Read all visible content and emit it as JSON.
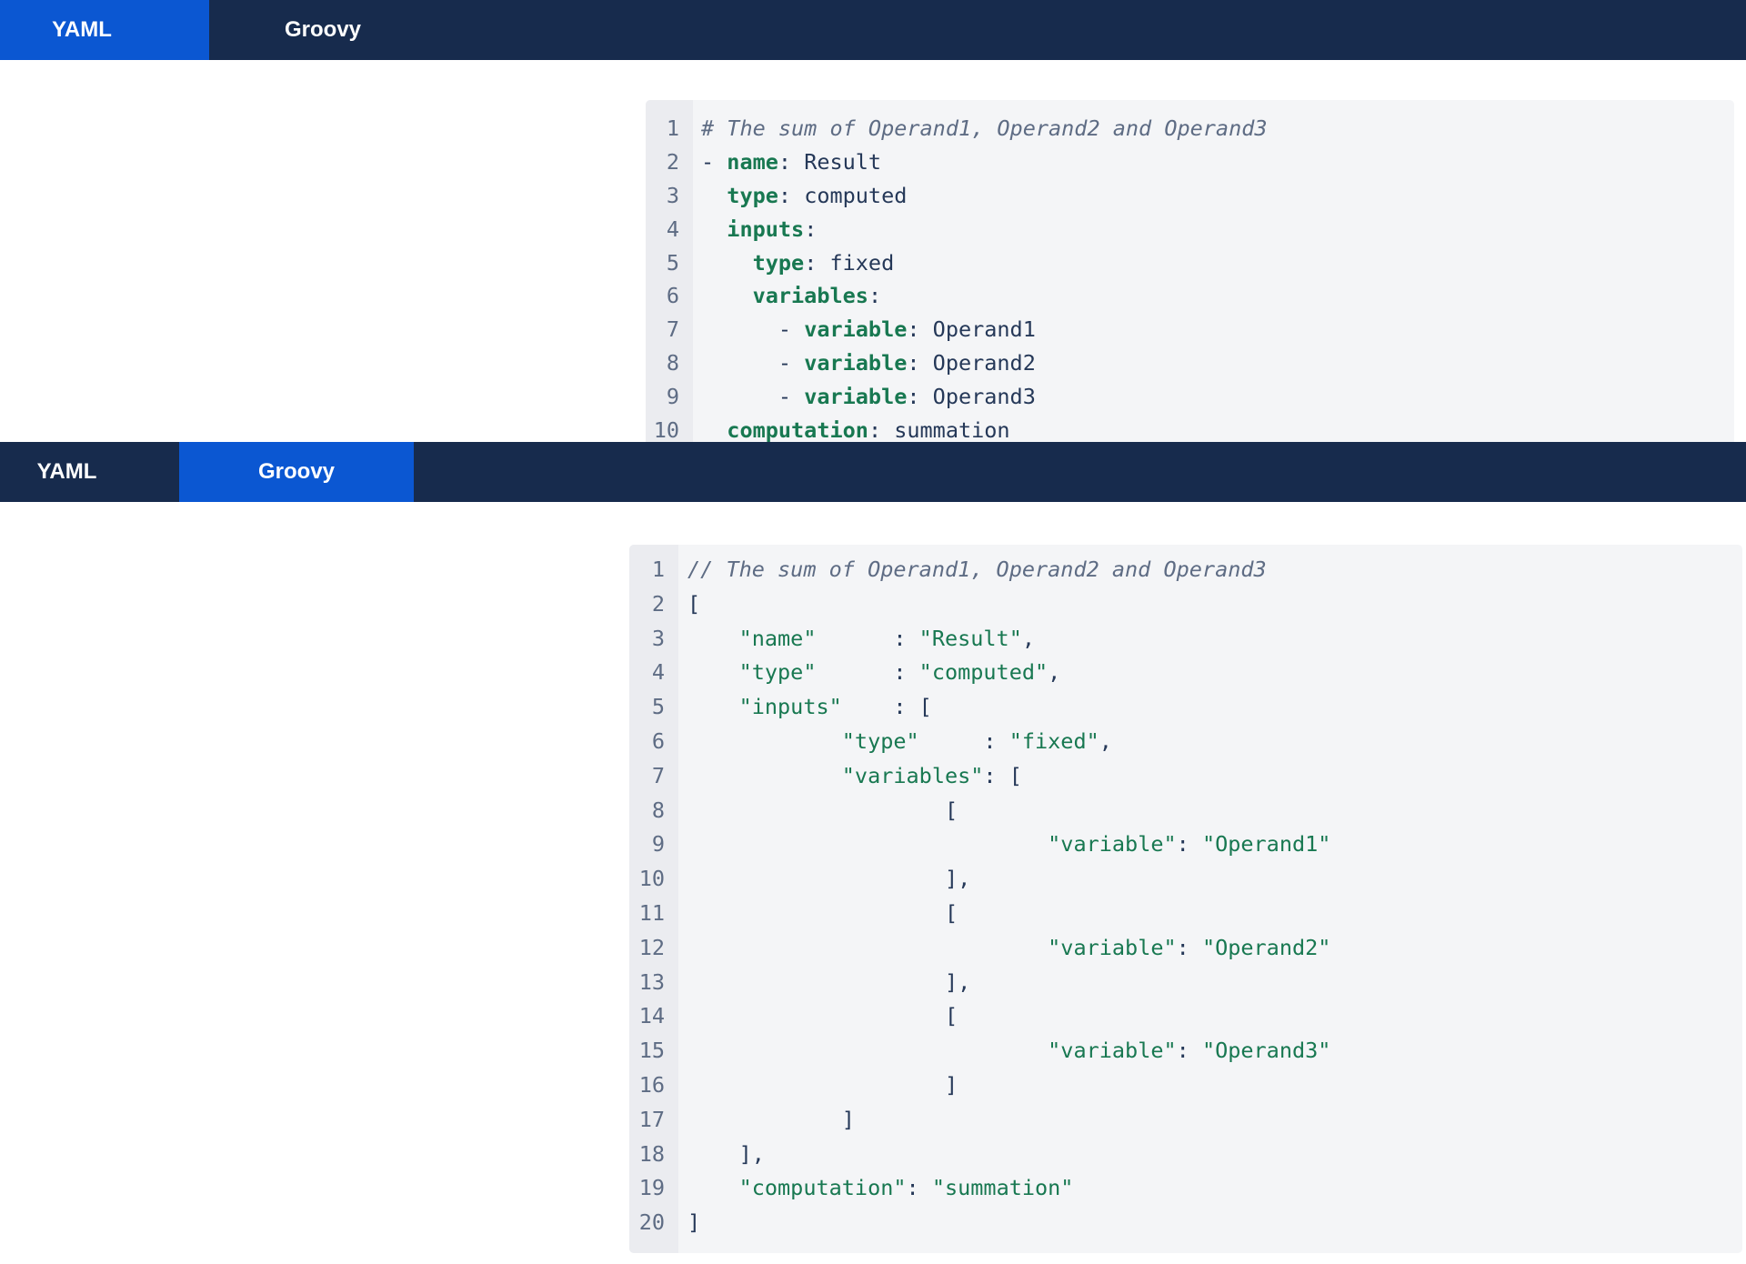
{
  "colors": {
    "tab_bar_bg": "#172B4D",
    "tab_active_bg": "#0B57D2",
    "tab_label": "#FFFFFF",
    "code_bg": "#F4F5F7",
    "gutter_bg": "#EBECF0",
    "line_number": "#5E6C84",
    "comment": "#5E6C84",
    "key_green": "#187851",
    "string_green": "#187851",
    "text_navy": "#253858"
  },
  "sections": [
    {
      "name": "yaml-example",
      "tabs": [
        {
          "label": "YAML",
          "active": true
        },
        {
          "label": "Groovy",
          "active": false
        }
      ],
      "code": {
        "language": "yaml",
        "lines": [
          {
            "n": "1",
            "parts": [
              {
                "c": "comment",
                "t": "# The sum of Operand1, Operand2 and Operand3"
              }
            ]
          },
          {
            "n": "2",
            "parts": [
              {
                "c": "punct",
                "t": "- "
              },
              {
                "c": "key",
                "t": "name"
              },
              {
                "c": "punct",
                "t": ": "
              },
              {
                "c": "val",
                "t": "Result"
              }
            ]
          },
          {
            "n": "3",
            "parts": [
              {
                "c": "punct",
                "t": "  "
              },
              {
                "c": "key",
                "t": "type"
              },
              {
                "c": "punct",
                "t": ": "
              },
              {
                "c": "val",
                "t": "computed"
              }
            ]
          },
          {
            "n": "4",
            "parts": [
              {
                "c": "punct",
                "t": "  "
              },
              {
                "c": "key",
                "t": "inputs"
              },
              {
                "c": "punct",
                "t": ":"
              }
            ]
          },
          {
            "n": "5",
            "parts": [
              {
                "c": "punct",
                "t": "    "
              },
              {
                "c": "key",
                "t": "type"
              },
              {
                "c": "punct",
                "t": ": "
              },
              {
                "c": "val",
                "t": "fixed"
              }
            ]
          },
          {
            "n": "6",
            "parts": [
              {
                "c": "punct",
                "t": "    "
              },
              {
                "c": "key",
                "t": "variables"
              },
              {
                "c": "punct",
                "t": ":"
              }
            ]
          },
          {
            "n": "7",
            "parts": [
              {
                "c": "punct",
                "t": "      - "
              },
              {
                "c": "key",
                "t": "variable"
              },
              {
                "c": "punct",
                "t": ": "
              },
              {
                "c": "val",
                "t": "Operand1"
              }
            ]
          },
          {
            "n": "8",
            "parts": [
              {
                "c": "punct",
                "t": "      - "
              },
              {
                "c": "key",
                "t": "variable"
              },
              {
                "c": "punct",
                "t": ": "
              },
              {
                "c": "val",
                "t": "Operand2"
              }
            ]
          },
          {
            "n": "9",
            "parts": [
              {
                "c": "punct",
                "t": "      - "
              },
              {
                "c": "key",
                "t": "variable"
              },
              {
                "c": "punct",
                "t": ": "
              },
              {
                "c": "val",
                "t": "Operand3"
              }
            ]
          },
          {
            "n": "10",
            "parts": [
              {
                "c": "punct",
                "t": "  "
              },
              {
                "c": "key",
                "t": "computation"
              },
              {
                "c": "punct",
                "t": ": "
              },
              {
                "c": "val",
                "t": "summation"
              }
            ]
          }
        ]
      }
    },
    {
      "name": "groovy-example",
      "tabs": [
        {
          "label": "YAML",
          "active": false
        },
        {
          "label": "Groovy",
          "active": true
        }
      ],
      "code": {
        "language": "groovy",
        "lines": [
          {
            "n": "1",
            "parts": [
              {
                "c": "comment",
                "t": "// The sum of Operand1, Operand2 and Operand3"
              }
            ]
          },
          {
            "n": "2",
            "parts": [
              {
                "c": "punct",
                "t": "["
              }
            ]
          },
          {
            "n": "3",
            "parts": [
              {
                "c": "punct",
                "t": "    "
              },
              {
                "c": "str",
                "t": "\"name\""
              },
              {
                "c": "punct",
                "t": "      : "
              },
              {
                "c": "str",
                "t": "\"Result\""
              },
              {
                "c": "punct",
                "t": ","
              }
            ]
          },
          {
            "n": "4",
            "parts": [
              {
                "c": "punct",
                "t": "    "
              },
              {
                "c": "str",
                "t": "\"type\""
              },
              {
                "c": "punct",
                "t": "      : "
              },
              {
                "c": "str",
                "t": "\"computed\""
              },
              {
                "c": "punct",
                "t": ","
              }
            ]
          },
          {
            "n": "5",
            "parts": [
              {
                "c": "punct",
                "t": "    "
              },
              {
                "c": "str",
                "t": "\"inputs\""
              },
              {
                "c": "punct",
                "t": "    : ["
              }
            ]
          },
          {
            "n": "6",
            "parts": [
              {
                "c": "punct",
                "t": "            "
              },
              {
                "c": "str",
                "t": "\"type\""
              },
              {
                "c": "punct",
                "t": "     : "
              },
              {
                "c": "str",
                "t": "\"fixed\""
              },
              {
                "c": "punct",
                "t": ","
              }
            ]
          },
          {
            "n": "7",
            "parts": [
              {
                "c": "punct",
                "t": "            "
              },
              {
                "c": "str",
                "t": "\"variables\""
              },
              {
                "c": "punct",
                "t": ": ["
              }
            ]
          },
          {
            "n": "8",
            "parts": [
              {
                "c": "punct",
                "t": "                    ["
              }
            ]
          },
          {
            "n": "9",
            "parts": [
              {
                "c": "punct",
                "t": "                            "
              },
              {
                "c": "str",
                "t": "\"variable\""
              },
              {
                "c": "punct",
                "t": ": "
              },
              {
                "c": "str",
                "t": "\"Operand1\""
              }
            ]
          },
          {
            "n": "10",
            "parts": [
              {
                "c": "punct",
                "t": "                    ],"
              }
            ]
          },
          {
            "n": "11",
            "parts": [
              {
                "c": "punct",
                "t": "                    ["
              }
            ]
          },
          {
            "n": "12",
            "parts": [
              {
                "c": "punct",
                "t": "                            "
              },
              {
                "c": "str",
                "t": "\"variable\""
              },
              {
                "c": "punct",
                "t": ": "
              },
              {
                "c": "str",
                "t": "\"Operand2\""
              }
            ]
          },
          {
            "n": "13",
            "parts": [
              {
                "c": "punct",
                "t": "                    ],"
              }
            ]
          },
          {
            "n": "14",
            "parts": [
              {
                "c": "punct",
                "t": "                    ["
              }
            ]
          },
          {
            "n": "15",
            "parts": [
              {
                "c": "punct",
                "t": "                            "
              },
              {
                "c": "str",
                "t": "\"variable\""
              },
              {
                "c": "punct",
                "t": ": "
              },
              {
                "c": "str",
                "t": "\"Operand3\""
              }
            ]
          },
          {
            "n": "16",
            "parts": [
              {
                "c": "punct",
                "t": "                    ]"
              }
            ]
          },
          {
            "n": "17",
            "parts": [
              {
                "c": "punct",
                "t": "            ]"
              }
            ]
          },
          {
            "n": "18",
            "parts": [
              {
                "c": "punct",
                "t": "    ],"
              }
            ]
          },
          {
            "n": "19",
            "parts": [
              {
                "c": "punct",
                "t": "    "
              },
              {
                "c": "str",
                "t": "\"computation\""
              },
              {
                "c": "punct",
                "t": ": "
              },
              {
                "c": "str",
                "t": "\"summation\""
              }
            ]
          },
          {
            "n": "20",
            "parts": [
              {
                "c": "punct",
                "t": "]"
              }
            ]
          }
        ]
      }
    }
  ]
}
